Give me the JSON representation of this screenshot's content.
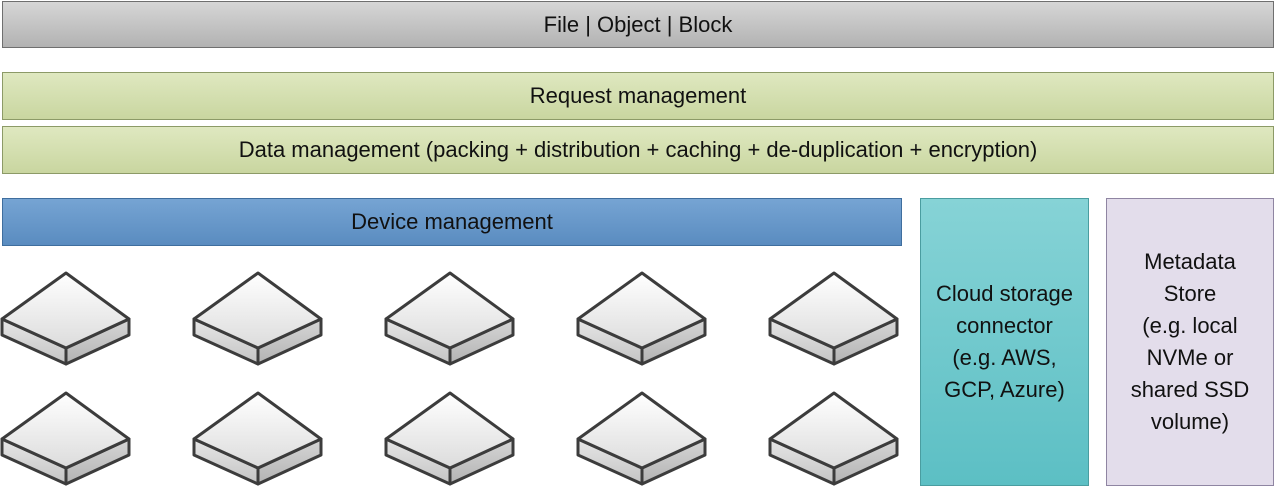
{
  "layers": {
    "protocols": "File | Object | Block",
    "request_management": "Request management",
    "data_management": "Data management (packing + distribution + caching + de-duplication + encryption)",
    "device_management": "Device management"
  },
  "side_boxes": {
    "cloud_connector": "Cloud storage\nconnector\n(e.g. AWS,\nGCP, Azure)",
    "metadata_store": "Metadata\nStore\n(e.g. local\nNVMe or\nshared SSD\nvolume)"
  },
  "drives": {
    "rows": 2,
    "columns": 5,
    "icon": "storage-drive-icon"
  },
  "colors": {
    "protocols_bar": "#c4c4c4",
    "management_bars": "#d4dfae",
    "device_bar": "#6897c9",
    "cloud_box": "#6fc9cd",
    "metadata_box": "#e3ddeb"
  }
}
